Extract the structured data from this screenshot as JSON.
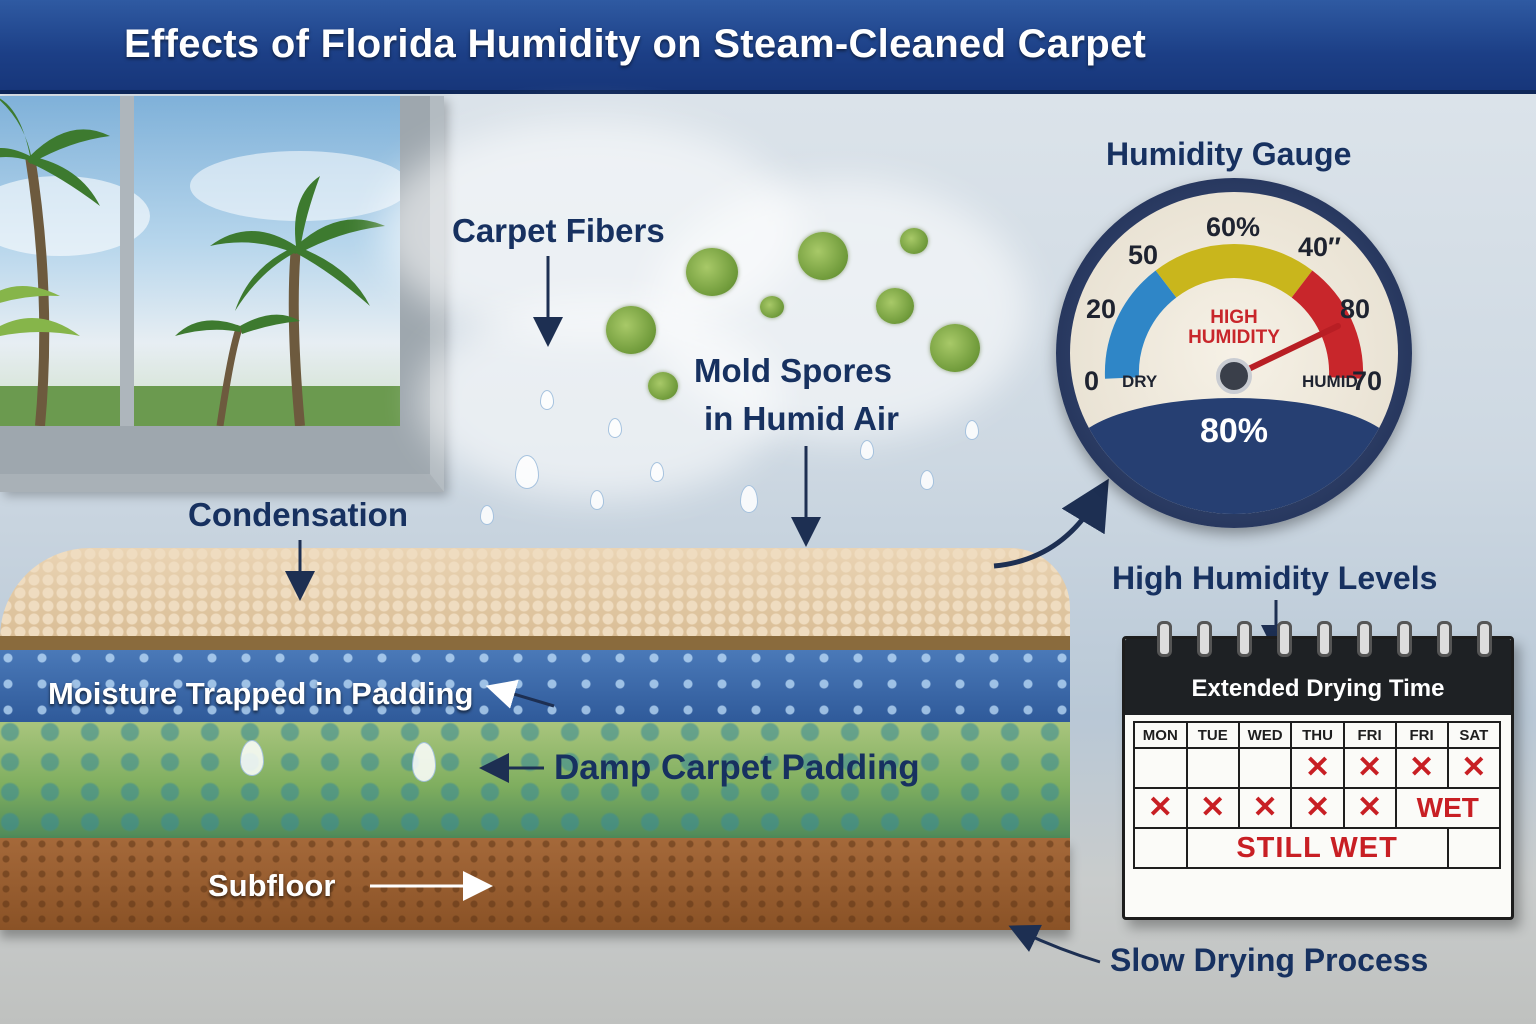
{
  "title": "Effects of Florida Humidity on Steam-Cleaned Carpet",
  "labels": {
    "carpet_fibers": "Carpet Fibers",
    "mold_spores_line1": "Mold Spores",
    "mold_spores_line2": "in Humid Air",
    "condensation": "Condensation",
    "moisture_trapped": "Moisture Trapped in Padding",
    "damp_padding": "Damp Carpet Padding",
    "subfloor": "Subfloor",
    "high_humidity_levels": "High Humidity Levels",
    "slow_drying": "Slow Drying Process"
  },
  "gauge": {
    "title": "Humidity Gauge",
    "ticks": [
      "0",
      "20",
      "50",
      "60%",
      "40″",
      "80",
      "70"
    ],
    "dry_label": "DRY",
    "humid_label": "HUMID",
    "zone_label_line1": "HIGH",
    "zone_label_line2": "HUMIDITY",
    "reading": "80%",
    "colors": {
      "dry": "#2f86c7",
      "mid": "#c9b61c",
      "high": "#c8262b"
    }
  },
  "calendar": {
    "title": "Extended Drying Time",
    "days": [
      "MON",
      "TUE",
      "WED",
      "THU",
      "FRI",
      "FRI",
      "SAT"
    ],
    "row1": [
      "",
      "",
      "",
      "✕",
      "✕",
      "✕",
      "✕"
    ],
    "row2": [
      "✕",
      "✕",
      "✕",
      "✕",
      "✕",
      "WET"
    ],
    "row3": "STILL WET"
  }
}
